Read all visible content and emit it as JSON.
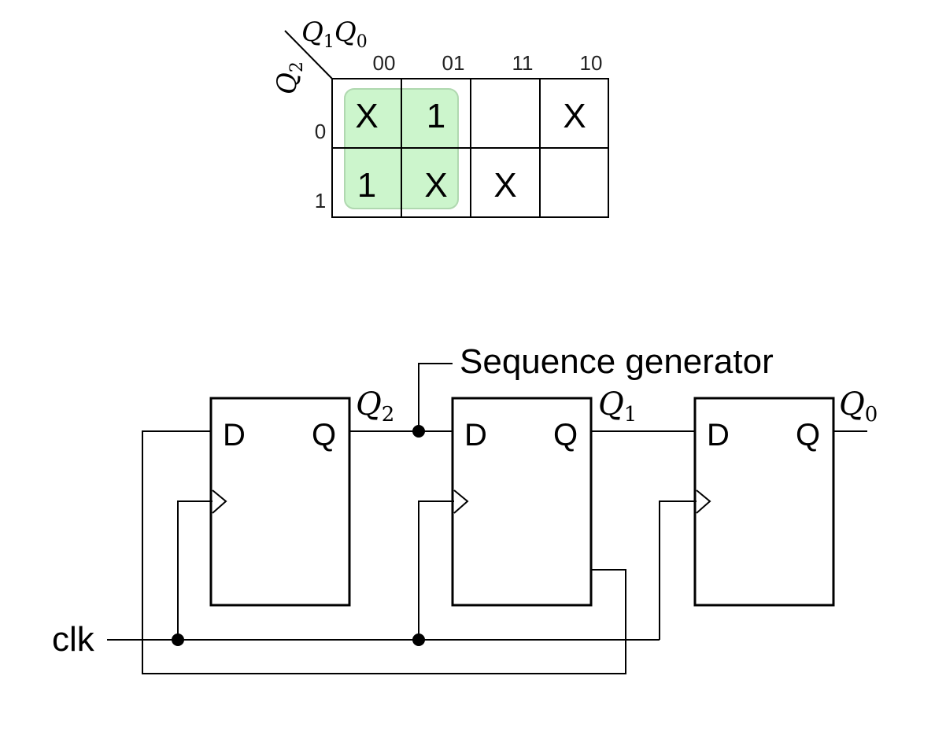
{
  "kmap": {
    "row_var": "Q",
    "row_var_sub": "2",
    "col_var_1": "Q",
    "col_var_1_sub": "1",
    "col_var_2": "Q",
    "col_var_2_sub": "0",
    "col_headers": [
      "00",
      "01",
      "11",
      "10"
    ],
    "row_headers": [
      "0",
      "1"
    ],
    "cells": [
      [
        "X",
        "1",
        "",
        "X"
      ],
      [
        "1",
        "X",
        "X",
        ""
      ]
    ],
    "group_color": "#ccf5cc",
    "group_stroke": "#b0d8b0"
  },
  "circuit": {
    "title": "Sequence generator",
    "clock_label": "clk",
    "d_label": "D",
    "q_label": "Q",
    "outputs": [
      {
        "name": "Q",
        "sub": "2"
      },
      {
        "name": "Q",
        "sub": "1"
      },
      {
        "name": "Q",
        "sub": "0"
      }
    ]
  }
}
